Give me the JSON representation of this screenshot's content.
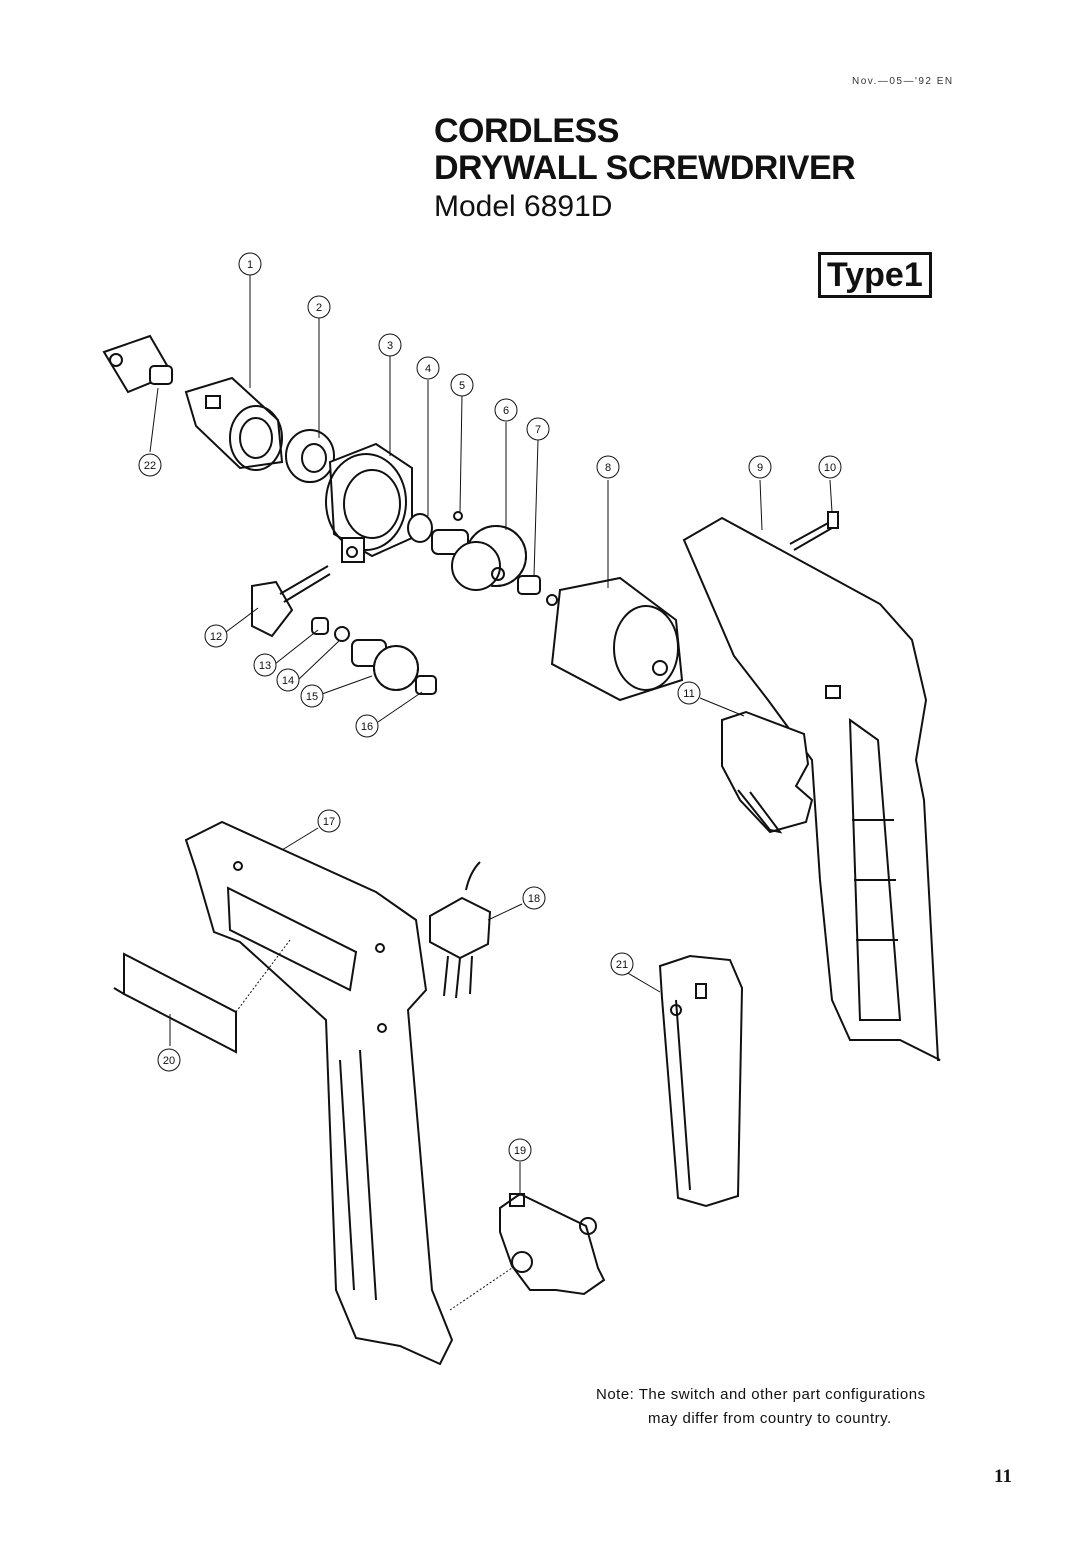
{
  "header": {
    "date_code": "Nov.—05—'92 EN",
    "title_line1": "CORDLESS",
    "title_line2": "DRYWALL SCREWDRIVER",
    "model": "Model 6891D",
    "type_label": "Type1"
  },
  "callouts": [
    "1",
    "2",
    "3",
    "4",
    "5",
    "6",
    "7",
    "8",
    "9",
    "10",
    "11",
    "12",
    "13",
    "14",
    "15",
    "16",
    "17",
    "18",
    "19",
    "20",
    "21",
    "22"
  ],
  "footer": {
    "note_line1": "Note: The switch and other part configurations",
    "note_line2": "may differ from country to country.",
    "page_number": "11"
  }
}
